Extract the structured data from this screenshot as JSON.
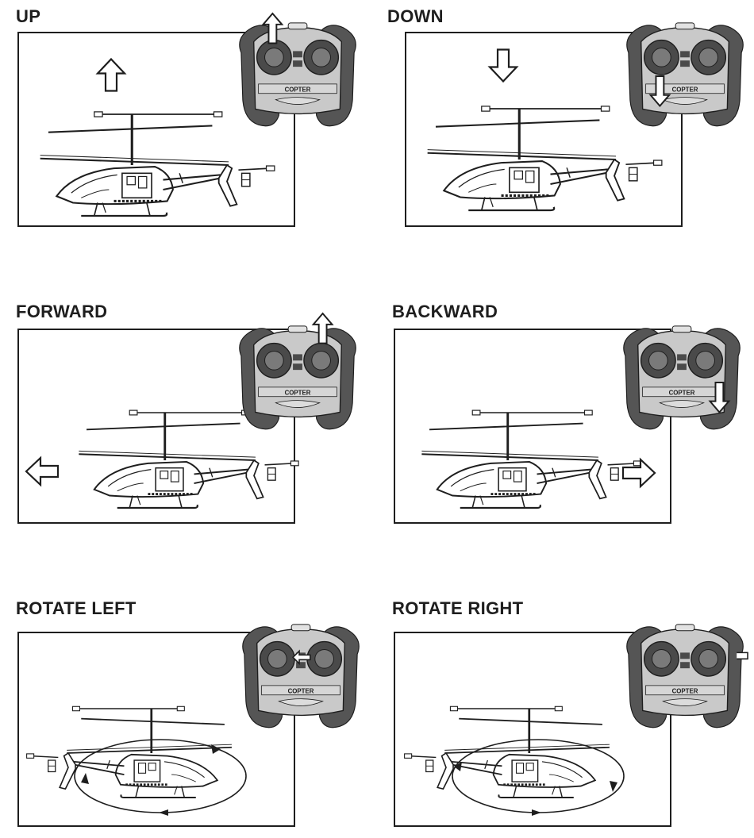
{
  "panels": [
    {
      "id": "up",
      "title": "UP",
      "direction": "up"
    },
    {
      "id": "down",
      "title": "DOWN",
      "direction": "down"
    },
    {
      "id": "forward",
      "title": "FORWARD",
      "direction": "forward"
    },
    {
      "id": "backward",
      "title": "BACKWARD",
      "direction": "backward"
    },
    {
      "id": "rotate-left",
      "title": "ROTATE LEFT",
      "direction": "rotate-left"
    },
    {
      "id": "rotate-right",
      "title": "ROTATE RIGHT",
      "direction": "rotate-right"
    }
  ],
  "remote": {
    "label": "COPTER"
  },
  "colors": {
    "ink": "#1e1e1e",
    "remote_body": "#c9c9c9",
    "remote_grip": "#555555",
    "stick": "#4a4a4a"
  },
  "icons": [
    "arrow-up-icon",
    "arrow-down-icon",
    "arrow-left-icon",
    "arrow-right-icon",
    "rotation-path-icon",
    "helicopter-icon",
    "remote-control-icon"
  ]
}
